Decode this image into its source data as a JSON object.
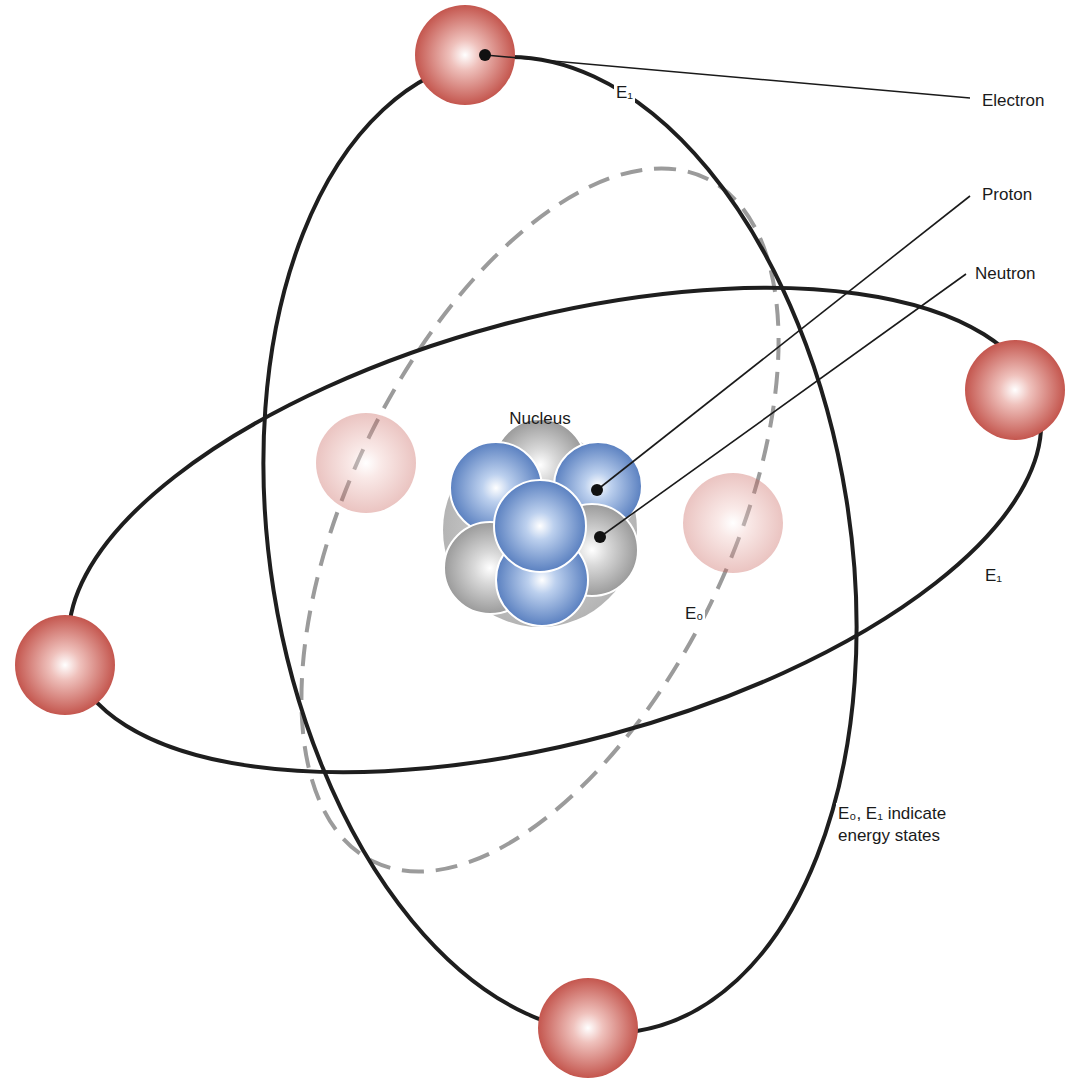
{
  "diagram": {
    "nodes": [
      {
        "text": [
          "Nucleus"
        ]
      }
    ],
    "labels": [
      "Electron",
      "Proton",
      "Neutron",
      "E₁",
      "E₁",
      "E₀",
      "E₀, E₁ indicate energy states"
    ]
  }
}
